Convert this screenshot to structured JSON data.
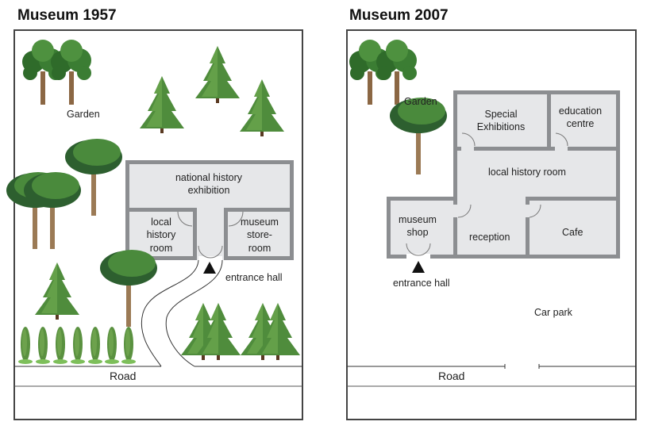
{
  "maps": [
    {
      "title": "Museum 1957",
      "labels": {
        "garden": "Garden",
        "national_history_exhibition": "national history\nexhibition",
        "local_history_room": "local\nhistory\nroom",
        "museum_store_room": "museum\nstore-\nroom",
        "entrance_hall": "entrance hall",
        "road": "Road"
      }
    },
    {
      "title": "Museum 2007",
      "labels": {
        "garden": "Garden",
        "special_exhibitions": "Special\nExhibitions",
        "education_centre": "education\ncentre",
        "local_history_room": "local history room",
        "museum_shop": "museum\nshop",
        "reception": "reception",
        "cafe": "Cafe",
        "entrance_hall": "entrance hall",
        "car_park": "Car park",
        "road": "Road"
      }
    }
  ],
  "colors": {
    "room_fill": "#e6e7e9",
    "wall": "#888a8d",
    "pine": "#4e8a3a",
    "leaf": "#3f7a32",
    "trunk": "#7a5a3a"
  }
}
